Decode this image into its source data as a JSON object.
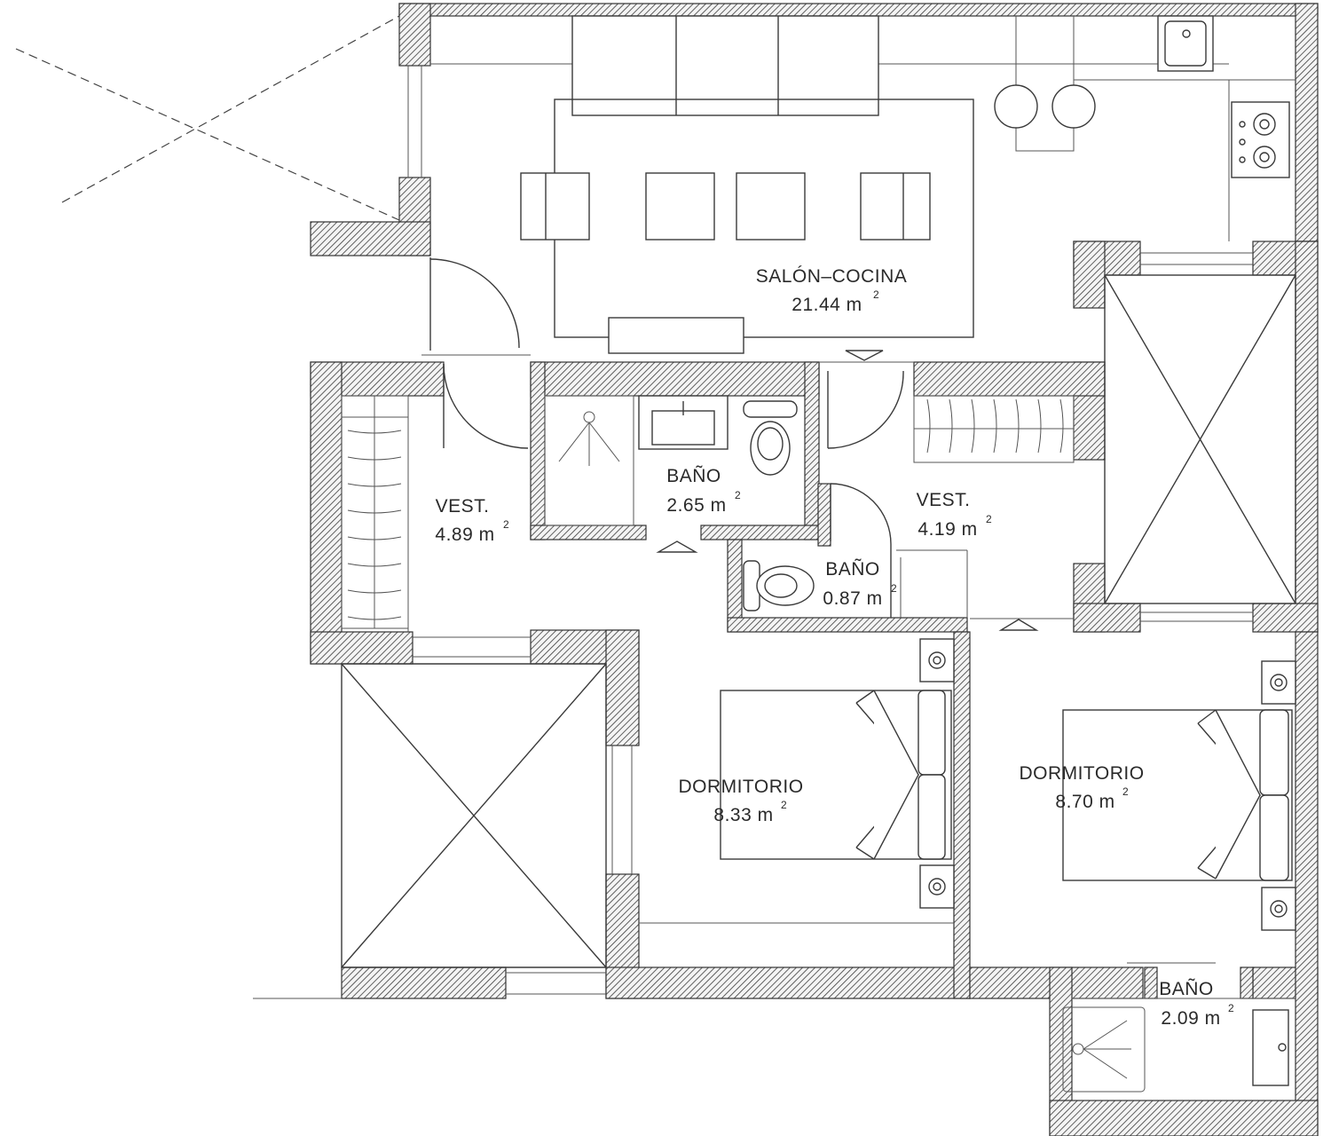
{
  "rooms": {
    "salon_cocina": {
      "name": "SALÓN–COCINA",
      "area": "21.44 m",
      "unit_sup": "2"
    },
    "vestidor_left": {
      "name": "VEST.",
      "area": "4.89 m",
      "unit_sup": "2"
    },
    "bano_center": {
      "name": "BAÑO",
      "area": "2.65 m",
      "unit_sup": "2"
    },
    "vestidor_right": {
      "name": "VEST.",
      "area": "4.19 m",
      "unit_sup": "2"
    },
    "bano_small": {
      "name": "BAÑO",
      "area": "0.87 m",
      "unit_sup": "2"
    },
    "dormitorio_left": {
      "name": "DORMITORIO",
      "area": "8.33 m",
      "unit_sup": "2"
    },
    "dormitorio_right": {
      "name": "DORMITORIO",
      "area": "8.70 m",
      "unit_sup": "2"
    },
    "bano_bottom": {
      "name": "BAÑO",
      "area": "2.09 m",
      "unit_sup": "2"
    }
  },
  "colors": {
    "wall_hatch": "#3a3a3a",
    "line": "#3a3a3a",
    "background": "#ffffff"
  }
}
